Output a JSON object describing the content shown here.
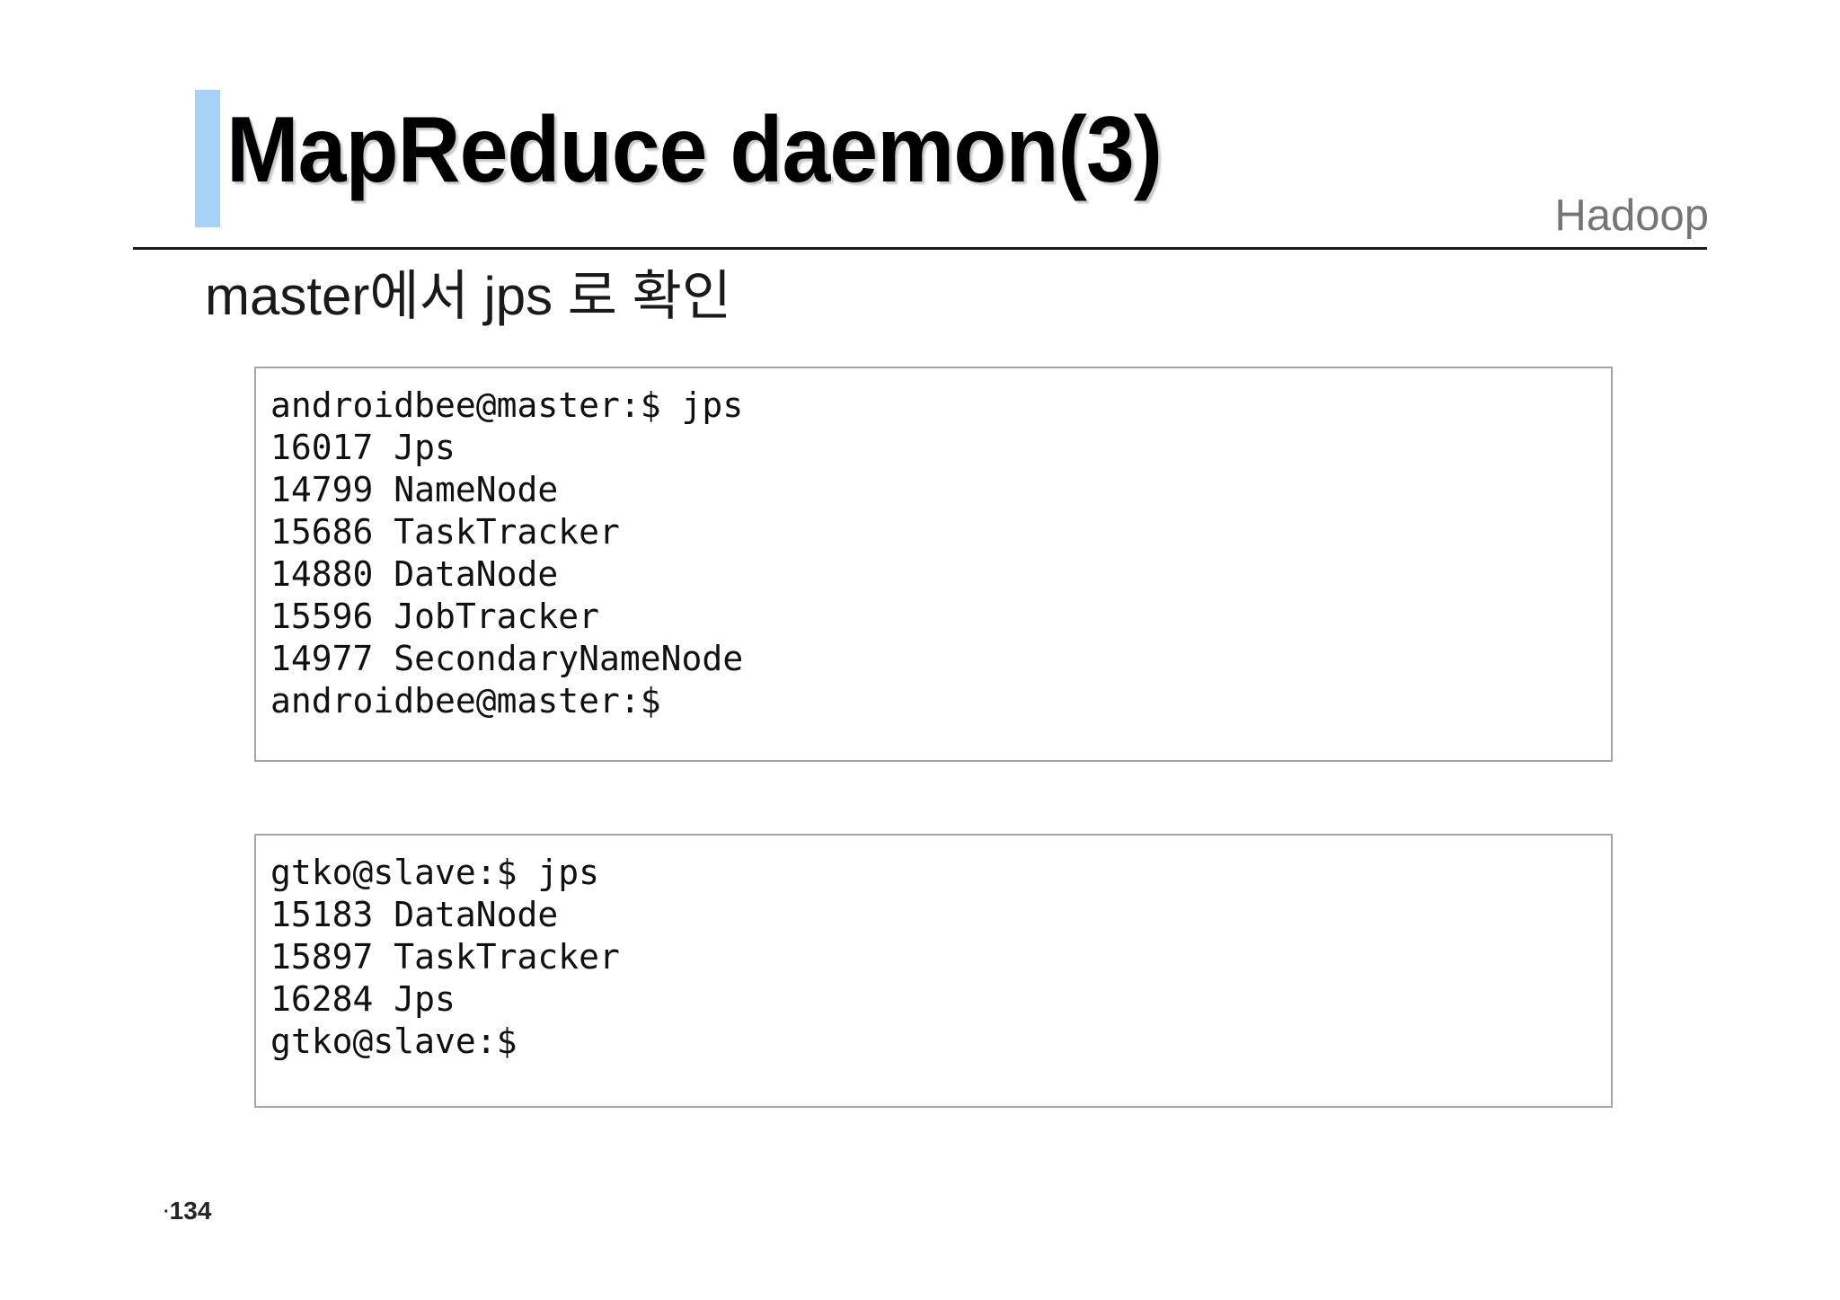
{
  "slide": {
    "title": "MapReduce daemon(3)",
    "brand": "Hadoop",
    "subtitle": "master에서 jps 로 확인",
    "page_number": "134",
    "page_number_bullet": "·",
    "accent_color": "#a8d2f5",
    "brand_color": "#757575",
    "divider_color": "#1a1a1a",
    "box_border_color": "#a6a6a6",
    "background_color": "#ffffff"
  },
  "terminals": [
    {
      "name": "master",
      "lines": [
        "androidbee@master:$ jps",
        "16017 Jps",
        "14799 NameNode",
        "15686 TaskTracker",
        "14880 DataNode",
        "15596 JobTracker",
        "14977 SecondaryNameNode",
        "androidbee@master:$"
      ]
    },
    {
      "name": "slave",
      "lines": [
        "gtko@slave:$ jps",
        "15183 DataNode",
        "15897 TaskTracker",
        "16284 Jps",
        "gtko@slave:$"
      ]
    }
  ]
}
